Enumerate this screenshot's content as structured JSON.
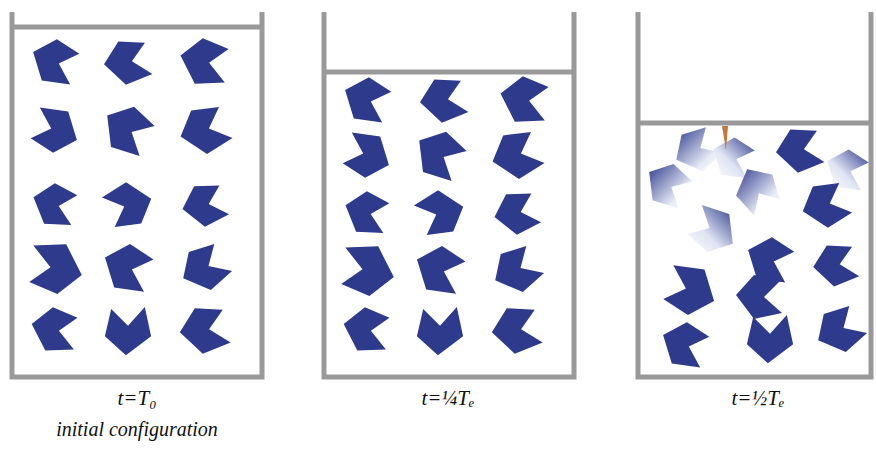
{
  "diagram": {
    "labels": [
      "t=T₀",
      "initial configuration",
      "t=¼Tₑ",
      "t=½Tₑ"
    ]
  }
}
